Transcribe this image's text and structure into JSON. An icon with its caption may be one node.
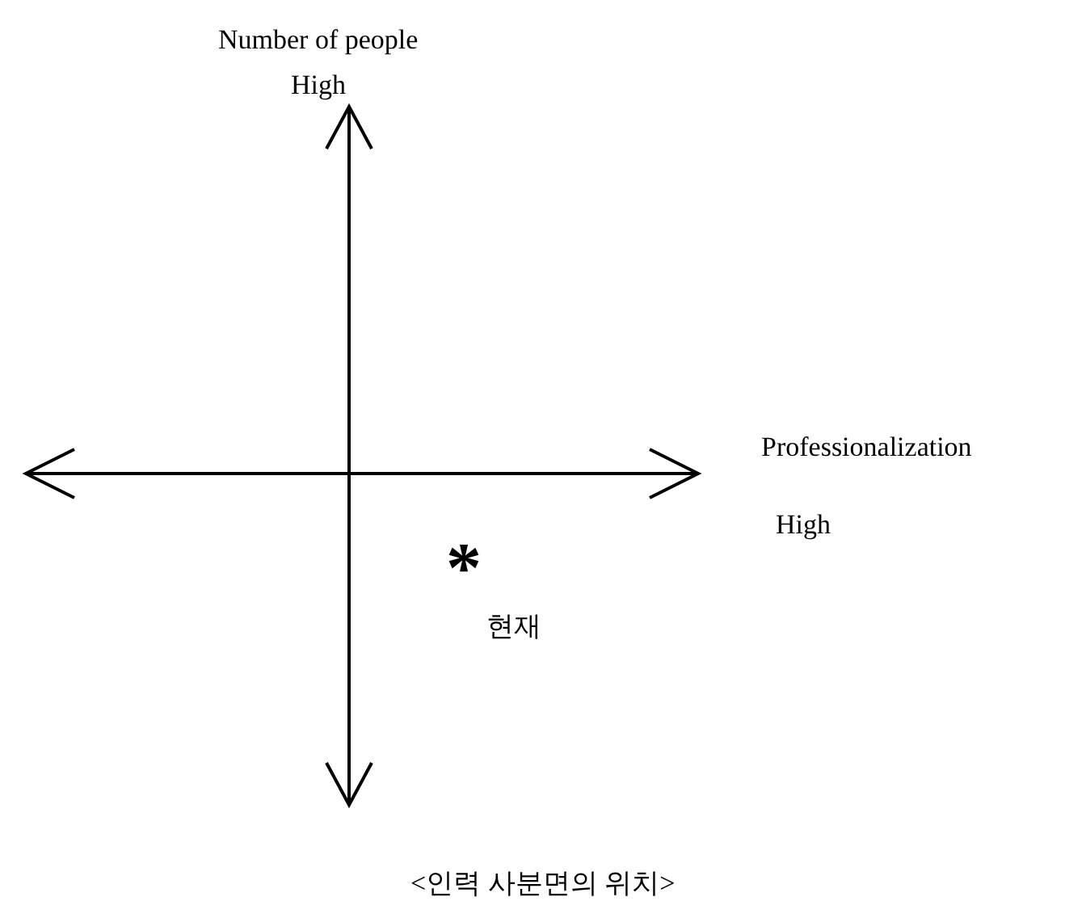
{
  "diagram": {
    "caption": "<인력 사분면의 위치>",
    "labels": [
      "Number of people",
      "High",
      "Professionalization",
      "High",
      "*",
      "현재"
    ]
  }
}
